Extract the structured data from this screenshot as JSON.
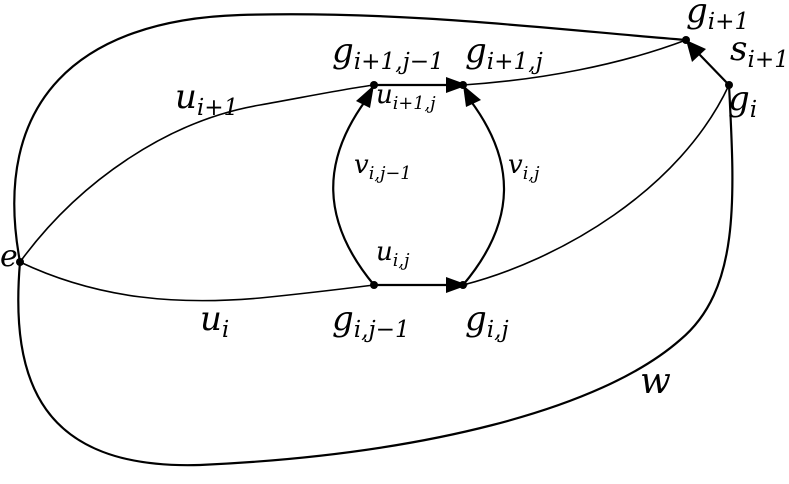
{
  "diagram": {
    "vertices": {
      "e": {
        "base": "e",
        "sub": ""
      },
      "g_next": {
        "base": "g",
        "sub": "i+1"
      },
      "g_i": {
        "base": "g",
        "sub": "i"
      },
      "g_next_jm1": {
        "base": "g",
        "sub": "i+1,j−1"
      },
      "g_next_j": {
        "base": "g",
        "sub": "i+1,j"
      },
      "g_i_jm1": {
        "base": "g",
        "sub": "i,j−1"
      },
      "g_i_j": {
        "base": "g",
        "sub": "i,j"
      }
    },
    "edges": {
      "u_next": {
        "base": "u",
        "sub": "i+1"
      },
      "u_i": {
        "base": "u",
        "sub": "i"
      },
      "u_next_j": {
        "base": "u",
        "sub": "i+1,j"
      },
      "u_i_j": {
        "base": "u",
        "sub": "i,j"
      },
      "v_i_jm1": {
        "base": "v",
        "sub": "i,j−1"
      },
      "v_i_j": {
        "base": "v",
        "sub": "i,j"
      },
      "s_next": {
        "base": "s",
        "sub": "i+1"
      },
      "w": {
        "base": "w",
        "sub": ""
      }
    }
  }
}
